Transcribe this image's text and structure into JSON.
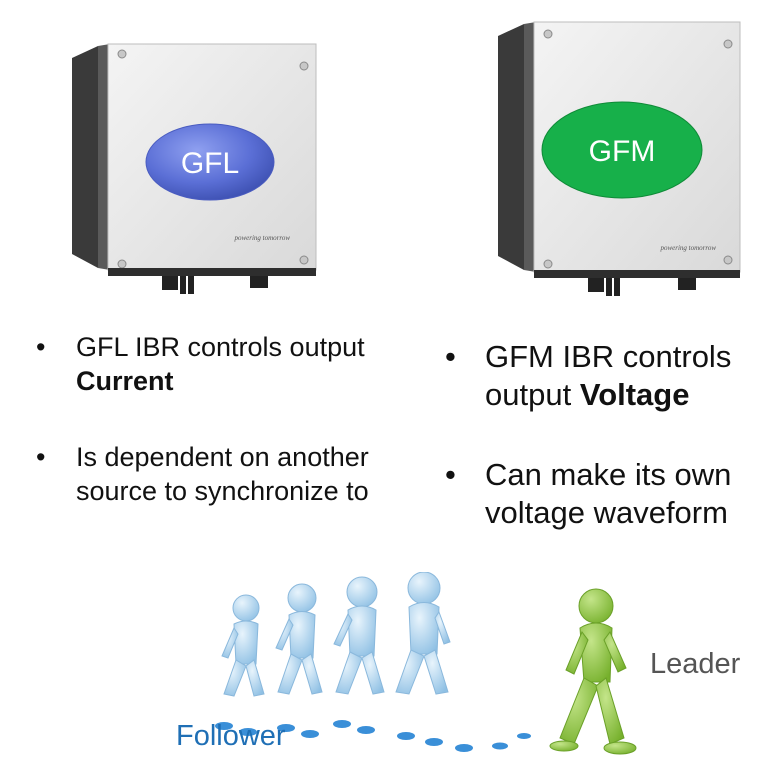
{
  "gfl": {
    "badge": "GFL",
    "brand": "powering tomorrow",
    "bullets": [
      {
        "text": "GFL IBR controls output ",
        "strong": "Current"
      },
      {
        "text": "Is dependent on another source to synchronize to",
        "strong": ""
      }
    ]
  },
  "gfm": {
    "badge": "GFM",
    "brand": "powering tomorrow",
    "bullets": [
      {
        "text": "GFM IBR controls output ",
        "strong": "Voltage"
      },
      {
        "text": "Can make its own voltage waveform",
        "strong": ""
      }
    ]
  },
  "labels": {
    "follower": "Follower",
    "leader": "Leader"
  },
  "colors": {
    "gfl_badge": "#5b6fd6",
    "gfm_badge": "#17b04a",
    "follower_figure": "#a9cfe9",
    "leader_figure": "#8cc63f",
    "follower_text": "#1f6fb5",
    "leader_text": "#555555",
    "footprints": "#3a8fd8"
  }
}
